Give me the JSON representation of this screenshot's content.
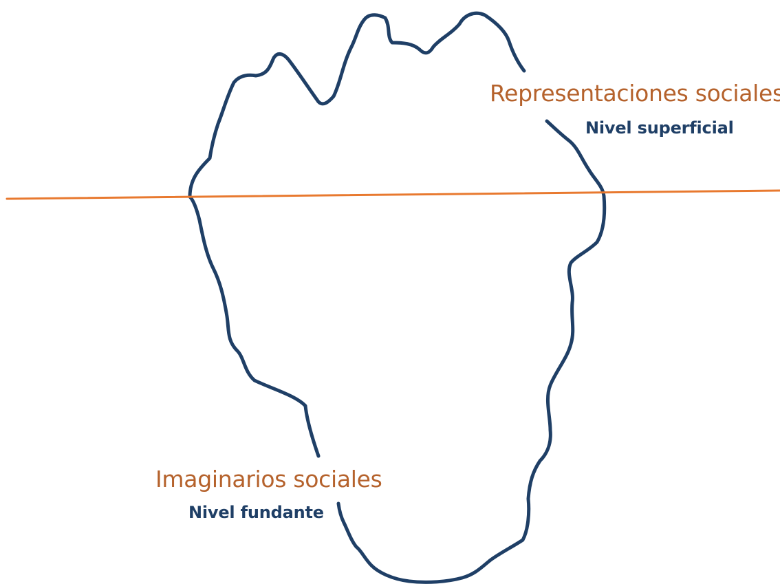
{
  "upper_section": {
    "title": "Representaciones sociales",
    "subtitle": "Nivel superficial"
  },
  "lower_section": {
    "title": "Imaginarios sociales",
    "subtitle": "Nivel fundante"
  },
  "colors": {
    "title_text": "#b5622c",
    "subtitle_text": "#1f3f66",
    "iceberg_outline": "#1f3f66",
    "waterline": "#e8792f",
    "background": "#ffffff"
  }
}
